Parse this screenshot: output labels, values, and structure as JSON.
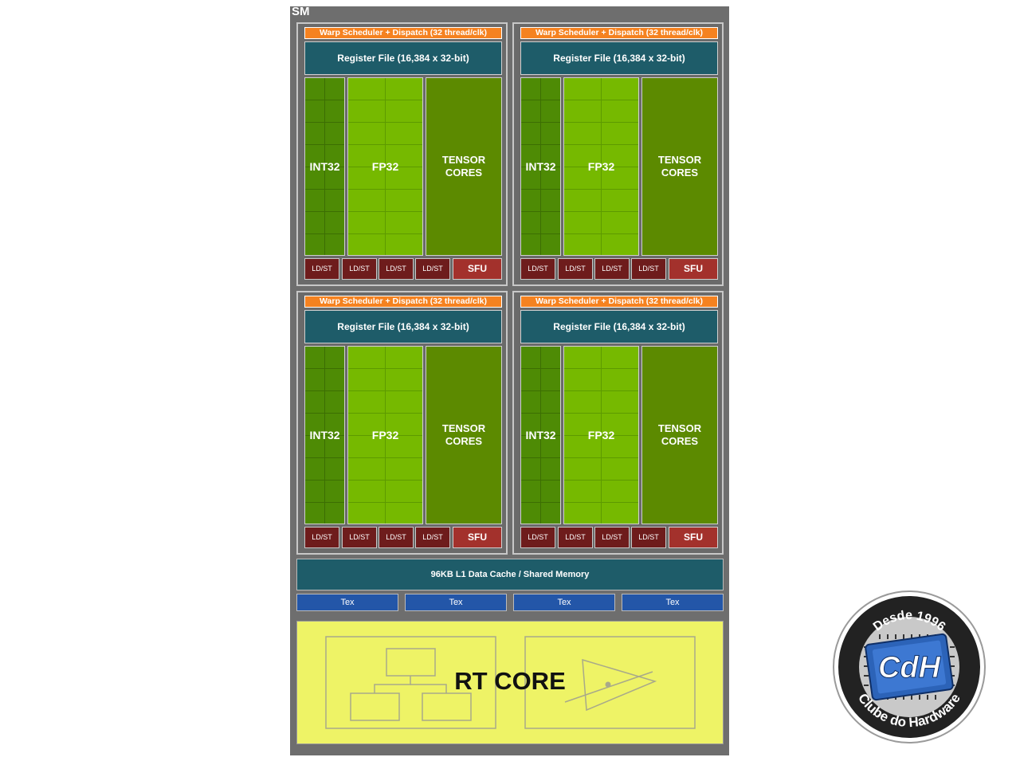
{
  "sm": {
    "title": "SM",
    "partitions": [
      {
        "warp": "Warp Scheduler + Dispatch (32 thread/clk)",
        "register_file": "Register File (16,384 x 32-bit)",
        "int32": "INT32",
        "fp32": "FP32",
        "tensor_line1": "TENSOR",
        "tensor_line2": "CORES",
        "ldst": [
          "LD/ST",
          "LD/ST",
          "LD/ST",
          "LD/ST"
        ],
        "sfu": "SFU"
      },
      {
        "warp": "Warp Scheduler + Dispatch (32 thread/clk)",
        "register_file": "Register File (16,384 x 32-bit)",
        "int32": "INT32",
        "fp32": "FP32",
        "tensor_line1": "TENSOR",
        "tensor_line2": "CORES",
        "ldst": [
          "LD/ST",
          "LD/ST",
          "LD/ST",
          "LD/ST"
        ],
        "sfu": "SFU"
      },
      {
        "warp": "Warp Scheduler + Dispatch (32 thread/clk)",
        "register_file": "Register File (16,384 x 32-bit)",
        "int32": "INT32",
        "fp32": "FP32",
        "tensor_line1": "TENSOR",
        "tensor_line2": "CORES",
        "ldst": [
          "LD/ST",
          "LD/ST",
          "LD/ST",
          "LD/ST"
        ],
        "sfu": "SFU"
      },
      {
        "warp": "Warp Scheduler + Dispatch (32 thread/clk)",
        "register_file": "Register File (16,384 x 32-bit)",
        "int32": "INT32",
        "fp32": "FP32",
        "tensor_line1": "TENSOR",
        "tensor_line2": "CORES",
        "ldst": [
          "LD/ST",
          "LD/ST",
          "LD/ST",
          "LD/ST"
        ],
        "sfu": "SFU"
      }
    ],
    "l1_cache": "96KB L1 Data Cache / Shared Memory",
    "tex_units": [
      "Tex",
      "Tex",
      "Tex",
      "Tex"
    ],
    "rt_core": "RT CORE"
  },
  "logo": {
    "top_text": "Desde 1996",
    "bottom_text": "Clube do Hardware",
    "mark": "CdH"
  },
  "colors": {
    "warp": "#f58220",
    "register_file": "#1e5c69",
    "int32": "#4e8b05",
    "fp32": "#76b900",
    "tensor": "#5c8a00",
    "ldst": "#6e1c1c",
    "sfu": "#a3312c",
    "tex": "#2356a8",
    "rt_core": "#eef366"
  }
}
